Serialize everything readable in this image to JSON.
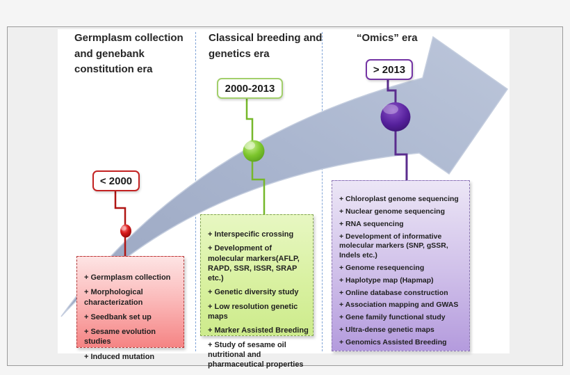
{
  "figure_type": "timeline-diagram",
  "arrow": {
    "fill_light": "#bcc6da",
    "fill_dark": "#9aa6c1",
    "direction": "bottom-left to top-right"
  },
  "divider_color": "#7fa3d7",
  "columns": [
    {
      "header": "Germplasm collection and genebank constitution era",
      "era_label": "< 2000",
      "accent_color": "#c00000",
      "marker_color": "#c00000",
      "box_fill": "#f9a9a9",
      "items": [
        "+ Germplasm collection",
        "+ Morphological characterization",
        "+ Seedbank set up",
        "+ Sesame evolution studies",
        "+ Induced mutation"
      ]
    },
    {
      "header": "Classical breeding and genetics era",
      "era_label": "2000-2013",
      "accent_color": "#76b82a",
      "marker_color": "#6fc41f",
      "box_fill": "#d9f1a1",
      "items": [
        "+ Interspecific crossing",
        "+ Development of molecular markers(AFLP, RAPD, SSR, ISSR, SRAP etc.)",
        "+ Genetic diversity study",
        "+ Low resolution genetic maps",
        "+ Marker Assisted Breeding",
        "+ Study of sesame oil nutritional and pharmaceutical properties"
      ]
    },
    {
      "header": "“Omics” era",
      "era_label": "> 2013",
      "accent_color": "#5b2d8e",
      "marker_color": "#55209b",
      "box_fill": "#c0a9e2",
      "items": [
        "+ Chloroplast genome sequencing",
        "+ Nuclear genome sequencing",
        "+ RNA sequencing",
        "+ Development of informative molecular markers (SNP, gSSR, Indels etc.)",
        "+ Genome resequencing",
        "+ Haplotype map (Hapmap)",
        "+ Online database construction",
        "+ Association mapping and GWAS",
        "+ Gene family functional study",
        "+ Ultra-dense genetic maps",
        "+ Genomics Assisted Breeding"
      ]
    }
  ]
}
